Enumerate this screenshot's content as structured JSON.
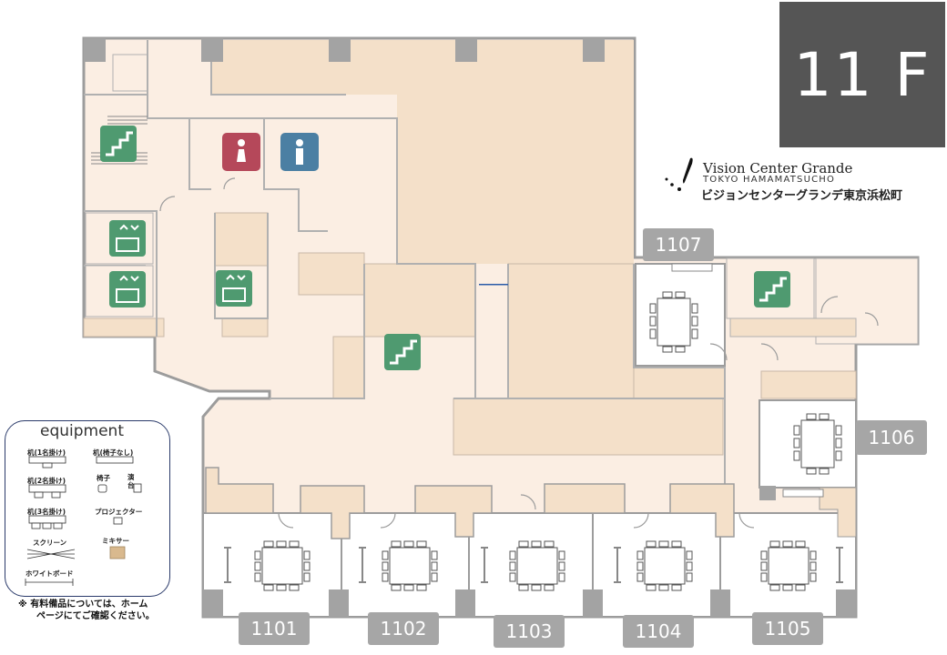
{
  "floor": {
    "label": "11 F"
  },
  "brand": {
    "name": "Vision Center Grande",
    "subtitle": "TOKYO HAMAMATSUCHO",
    "jp_name": "ビジョンセンターグランデ東京浜松町"
  },
  "rooms": [
    {
      "id": "1101",
      "label": "1101"
    },
    {
      "id": "1102",
      "label": "1102"
    },
    {
      "id": "1103",
      "label": "1103"
    },
    {
      "id": "1104",
      "label": "1104"
    },
    {
      "id": "1105",
      "label": "1105"
    },
    {
      "id": "1106",
      "label": "1106"
    },
    {
      "id": "1107",
      "label": "1107"
    }
  ],
  "legend": {
    "title": "equipment",
    "items": {
      "desk1": "机(1名掛け)",
      "desk_nochair": "机(椅子なし)",
      "desk2": "机(2名掛け)",
      "chair": "椅子",
      "stage": "演\n台",
      "desk3": "机(3名掛け)",
      "projector": "プロジェクター",
      "screen": "スクリーン",
      "mixer": "ミキサー",
      "whiteboard": "ホワイトボード"
    },
    "note_line1": "※ 有料備品については、ホーム",
    "note_line2": "ページにてご確認ください。"
  },
  "icons": {
    "stairs": "stairs-icon",
    "elevator": "elevator-icon",
    "womens_restroom": "womens-restroom-icon",
    "mens_restroom": "mens-restroom-icon"
  },
  "colors": {
    "floor_fill": "#fbeee3",
    "room_fill": "#ffffff",
    "wall": "#9c9c9c",
    "pillar": "#a3a3a3",
    "area_fill": "#f4e0c9",
    "stairs_green": "#4f9a70",
    "womens_red": "#b5485a",
    "mens_blue": "#4b7fa3",
    "label_gray": "#a6a6a6",
    "badge_dark": "#555555"
  }
}
